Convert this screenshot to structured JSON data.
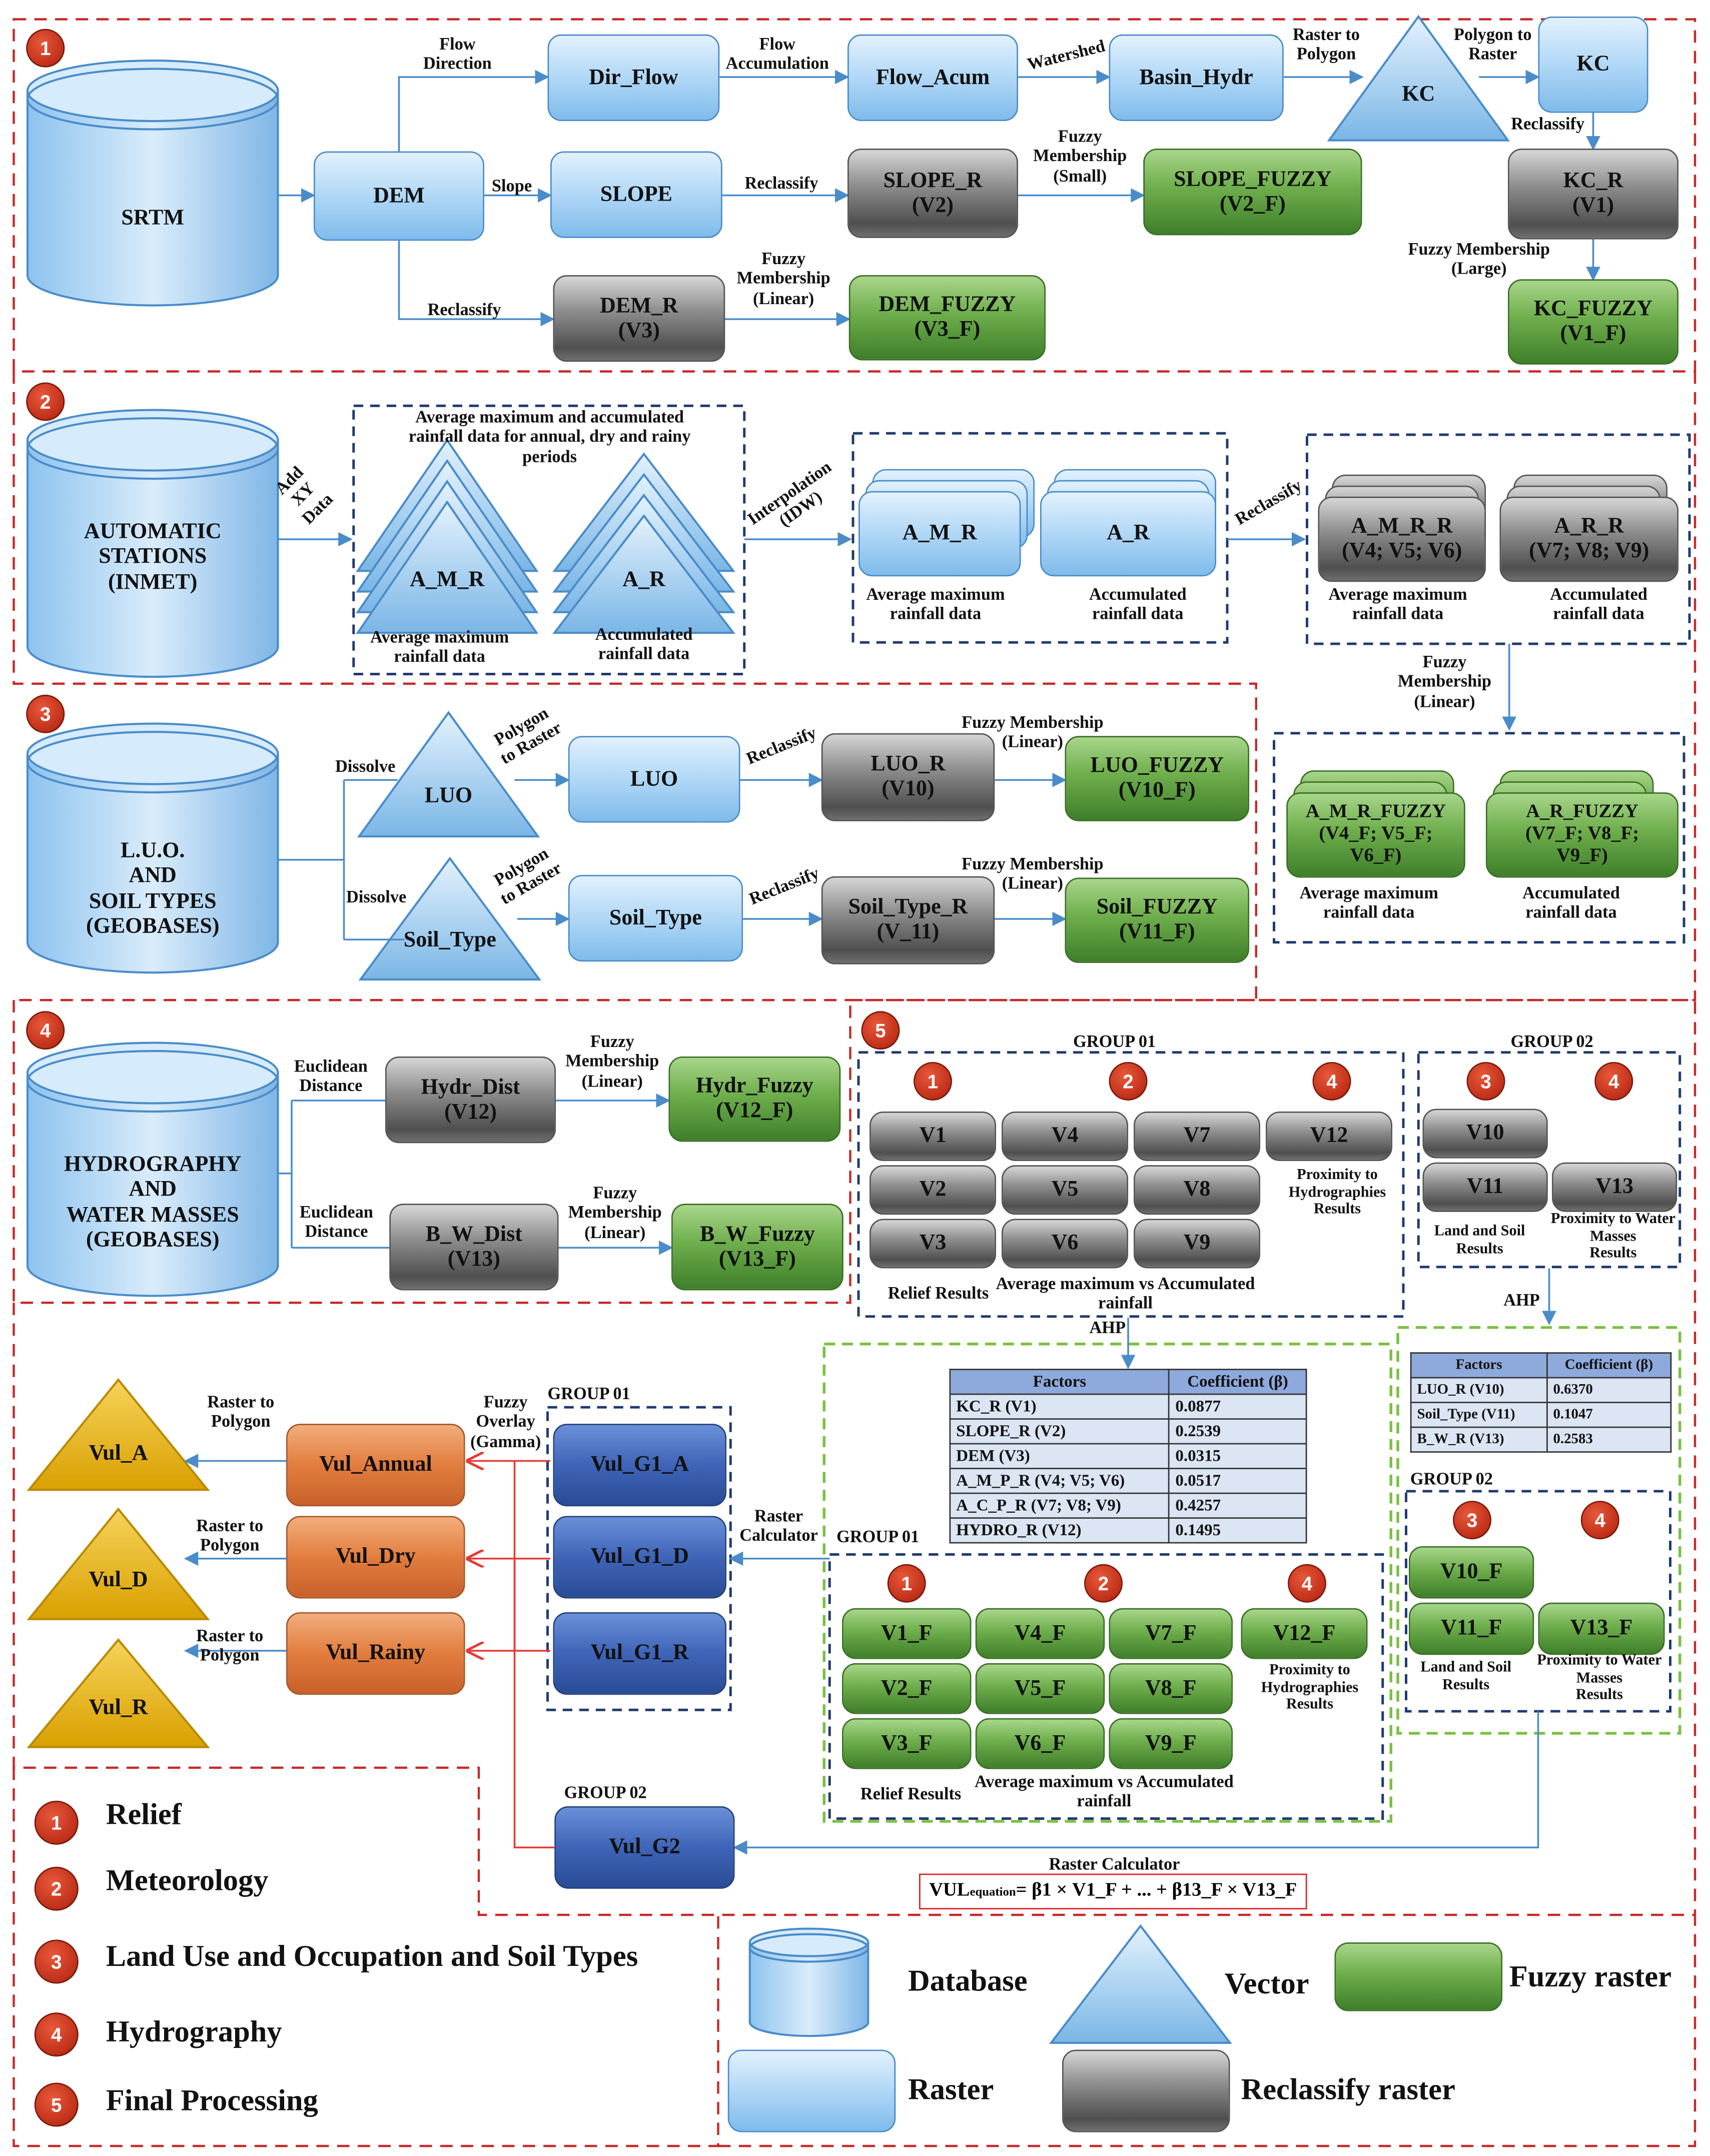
{
  "colors": {
    "section_border": "#c62828",
    "group_border": "#1f3a6e",
    "ahp_border": "#7ac043",
    "raster": "#b5daf7",
    "reclass": "#7d7d7d",
    "fuzzy": "#6eae4c",
    "group_raster": "#3f64b8",
    "vul": "#e27d3e",
    "vector_result": "#e8b415",
    "number_badge": "#c0301a"
  },
  "sections": [
    {
      "num": "1"
    },
    {
      "num": "2"
    },
    {
      "num": "3"
    },
    {
      "num": "4"
    },
    {
      "num": "5"
    }
  ],
  "s1": {
    "db": "SRTM",
    "dem": "DEM",
    "dir_flow": "Dir_Flow",
    "flow_acum": "Flow_Acum",
    "basin_hydr": "Basin_Hydr",
    "kc_tri": "KC",
    "kc_box": "KC",
    "slope": "SLOPE",
    "slope_r": "SLOPE_R\n(V2)",
    "slope_fuzzy": "SLOPE_FUZZY\n(V2_F)",
    "dem_r": "DEM_R\n(V3)",
    "dem_fuzzy": "DEM_FUZZY\n(V3_F)",
    "kc_r": "KC_R\n(V1)",
    "kc_fuzzy": "KC_FUZZY\n(V1_F)",
    "e_flow_dir": "Flow\nDirection",
    "e_flow_acc": "Flow\nAccumulation",
    "e_watershed": "Watershed",
    "e_r2p": "Raster to\nPolygon",
    "e_p2r": "Polygon to\nRaster",
    "e_slope": "Slope",
    "e_reclass1": "Reclassify",
    "e_fuzzy_small": "Fuzzy\nMembership\n(Small)",
    "e_reclass2": "Reclassify",
    "e_reclass3": "Reclassify",
    "e_fuzzy_linear": "Fuzzy\nMembership\n(Linear)",
    "e_fuzzy_large": "Fuzzy Membership\n(Large)"
  },
  "s2": {
    "db": "AUTOMATIC\nSTATIONS\n(INMET)",
    "addxy": "Add\nXY\nData",
    "title": "Average maximum and accumulated\nrainfall data for annual, dry and rainy\nperiods",
    "amr_tri": "A_M_R",
    "ar_tri": "A_R",
    "cap_avg": "Average maximum\nrainfall data",
    "cap_acc": "Accumulated\nrainfall data",
    "interp": "Interpolation\n(IDW)",
    "amr": "A_M_R",
    "ar": "A_R",
    "reclass": "Reclassify",
    "amrr": "A_M_R_R\n(V4; V5; V6)",
    "arr": "A_R_R\n(V7; V8; V9)",
    "fuzzy": "Fuzzy\nMembership\n(Linear)",
    "amr_fuzzy": "A_M_R_FUZZY\n(V4_F; V5_F;\nV6_F)",
    "ar_fuzzy": "A_R_FUZZY\n(V7_F; V8_F;\nV9_F)"
  },
  "s3": {
    "db": "L.U.O.\nAND\nSOIL TYPES\n(GEOBASES)",
    "dissolve1": "Dissolve",
    "dissolve2": "Dissolve",
    "luo_tri": "LUO",
    "soil_tri": "Soil_Type",
    "p2r1": "Polygon\nto Raster",
    "p2r2": "Polygon\nto Raster",
    "luo": "LUO",
    "soil": "Soil_Type",
    "reclass1": "Reclassify",
    "reclass2": "Reclassify",
    "luo_r": "LUO_R\n(V10)",
    "soil_r": "Soil_Type_R\n(V_11)",
    "fuzzy1": "Fuzzy Membership\n(Linear)",
    "fuzzy2": "Fuzzy Membership\n(Linear)",
    "luo_fuzzy": "LUO_FUZZY\n(V10_F)",
    "soil_fuzzy": "Soil_FUZZY\n(V11_F)"
  },
  "s4": {
    "db": "HYDROGRAPHY\nAND\nWATER MASSES\n(GEOBASES)",
    "eucl1": "Euclidean\nDistance",
    "eucl2": "Euclidean\nDistance",
    "hydr": "Hydr_Dist\n(V12)",
    "bw": "B_W_Dist\n(V13)",
    "fuzzy1": "Fuzzy\nMembership\n(Linear)",
    "fuzzy2": "Fuzzy\nMembership\n(Linear)",
    "hydr_fuzzy": "Hydr_Fuzzy\n(V12_F)",
    "bw_fuzzy": "B_W_Fuzzy\n(V13_F)"
  },
  "s5": {
    "group01": "GROUP 01",
    "group02": "GROUP 02",
    "g1_badges": [
      "1",
      "2",
      "4"
    ],
    "g2_badges": [
      "3",
      "4"
    ],
    "g1_vars": [
      "V1",
      "V4",
      "V7",
      "V12",
      "V2",
      "V5",
      "V8",
      "V3",
      "V6",
      "V9"
    ],
    "g2_vars": [
      "V10",
      "V11",
      "V13"
    ],
    "relief": "Relief Results",
    "avg_acc": "Average maximum vs Accumulated\nrainfall",
    "prox_hydr": "Proximity to\nHydrographies\nResults",
    "land_soil": "Land and Soil\nResults",
    "prox_water": "Proximity to Water\nMasses\nResults",
    "ahp1": "AHP",
    "ahp2": "AHP",
    "table1": {
      "h1": "Factors",
      "h2": "Coefficient (β)",
      "rows": [
        [
          "KC_R (V1)",
          "0.0877"
        ],
        [
          "SLOPE_R (V2)",
          "0.2539"
        ],
        [
          "DEM (V3)",
          "0.0315"
        ],
        [
          "A_M_P_R (V4; V5; V6)",
          "0.0517"
        ],
        [
          "A_C_P_R (V7; V8; V9)",
          "0.4257"
        ],
        [
          "HYDRO_R (V12)",
          "0.1495"
        ]
      ]
    },
    "table2": {
      "h1": "Factors",
      "h2": "Coefficient (β)",
      "rows": [
        [
          "LUO_R (V10)",
          "0.6370"
        ],
        [
          "Soil_Type (V11)",
          "0.1047"
        ],
        [
          "B_W_R (V13)",
          "0.2583"
        ]
      ]
    },
    "fg1_vars": [
      "V1_F",
      "V4_F",
      "V7_F",
      "V12_F",
      "V2_F",
      "V5_F",
      "V8_F",
      "V3_F",
      "V6_F",
      "V9_F"
    ],
    "fg2_vars": [
      "V10_F",
      "V11_F",
      "V13_F"
    ],
    "vul_g1": [
      "Vul_G1_A",
      "Vul_G1_D",
      "Vul_G1_R"
    ],
    "vul_g2": "Vul_G2",
    "vul": [
      "Vul_Annual",
      "Vul_Dry",
      "Vul_Rainy"
    ],
    "vul_tri": [
      "Vul_A",
      "Vul_D",
      "Vul_R"
    ],
    "r2p": "Raster to\nPolygon",
    "fuzzy_overlay": "Fuzzy\nOverlay\n(Gamma)",
    "raster_calc": "Raster\nCalculator",
    "raster_calc2": "Raster Calculator",
    "eq_main": "VUL",
    "eq_sub": "equation",
    "eq_rest": " = β1 × V1_F + ... + β13_F × V13_F"
  },
  "legend": {
    "items": [
      {
        "num": "1",
        "label": "Relief"
      },
      {
        "num": "2",
        "label": "Meteorology"
      },
      {
        "num": "3",
        "label": "Land Use and Occupation  and Soil Types"
      },
      {
        "num": "4",
        "label": "Hydrography"
      },
      {
        "num": "5",
        "label": "Final Processing"
      }
    ],
    "database": "Database",
    "vector": "Vector",
    "fuzzy_raster": "Fuzzy raster",
    "raster": "Raster",
    "reclass_raster": "Reclassify raster"
  }
}
